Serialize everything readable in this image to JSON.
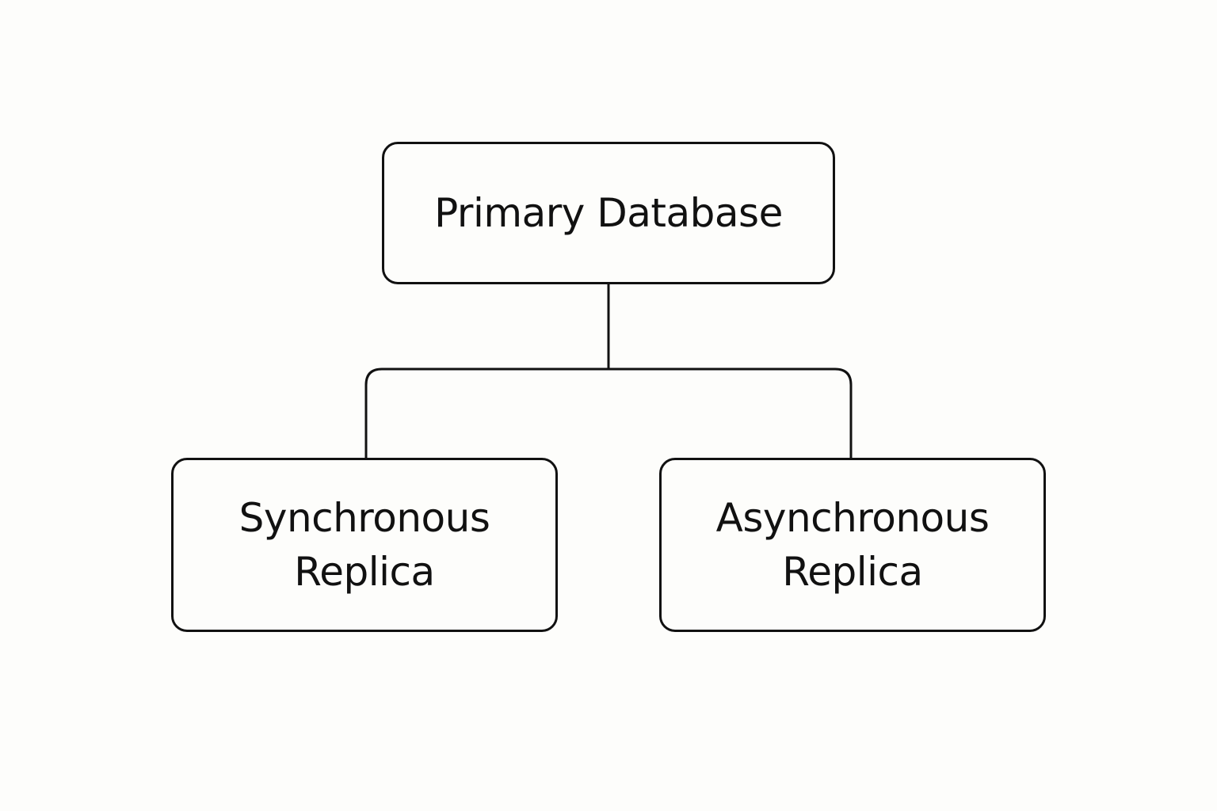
{
  "diagram": {
    "nodes": [
      {
        "id": "primary",
        "label": "Primary Database"
      },
      {
        "id": "sync",
        "label": "Synchronous\nReplica"
      },
      {
        "id": "async",
        "label": "Asynchronous\nReplica"
      }
    ],
    "edges": [
      {
        "from": "primary",
        "to": "sync"
      },
      {
        "from": "primary",
        "to": "async"
      }
    ],
    "colors": {
      "background": "#fdfdfb",
      "stroke": "#111111",
      "text": "#111111"
    }
  }
}
